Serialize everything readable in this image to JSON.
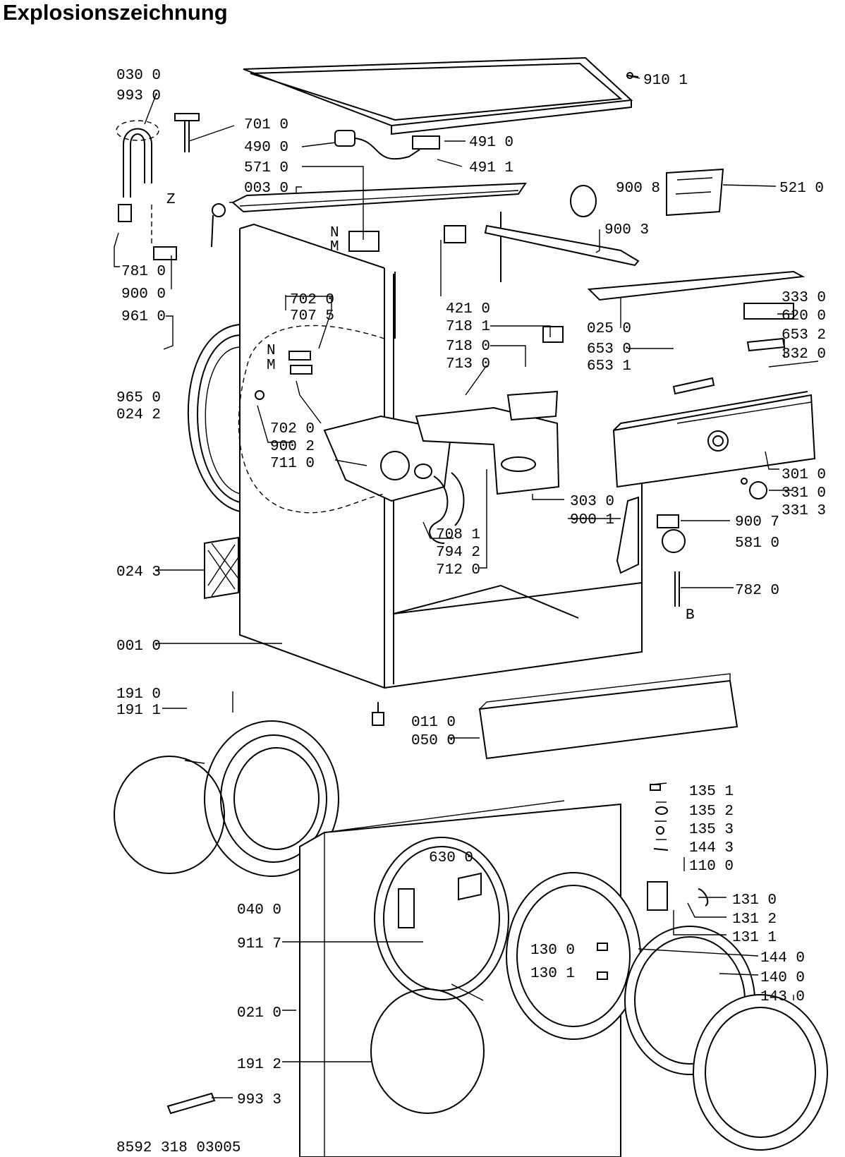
{
  "title": "Explosionszeichnung",
  "drawing_number": "8592 318 03005",
  "letters": {
    "z": "Z",
    "n1": "N",
    "m1": "M",
    "n2": "N",
    "m2": "M",
    "b": "B"
  },
  "labels": [
    "030 0",
    "993 0",
    "701 0",
    "490 0",
    "571 0",
    "003 0",
    "491 0",
    "491 1",
    "910 1",
    "900 8",
    "521 0",
    "900 3",
    "781 0",
    "900 0",
    "961 0",
    "965 0",
    "024 2",
    "702 0",
    "707 5",
    "421 0",
    "718 1",
    "718 0",
    "713 0",
    "025 0",
    "653 0",
    "653 1",
    "333 0",
    "620 0",
    "653 2",
    "332 0",
    "702 0",
    "900 2",
    "711 0",
    "303 0",
    "900 1",
    "708 1",
    "794 2",
    "712 0",
    "301 0",
    "331 0",
    "331 3",
    "900 7",
    "581 0",
    "024 3",
    "782 0",
    "001 0",
    "191 0",
    "191 1",
    "011 0",
    "050 0",
    "135 1",
    "135 2",
    "135 3",
    "144 3",
    "110 0",
    "630 0",
    "040 0",
    "131 0",
    "131 2",
    "131 1",
    "911 7",
    "130 0",
    "130 1",
    "144 0",
    "140 0",
    "143 0",
    "021 0",
    "191 2",
    "993 3"
  ]
}
